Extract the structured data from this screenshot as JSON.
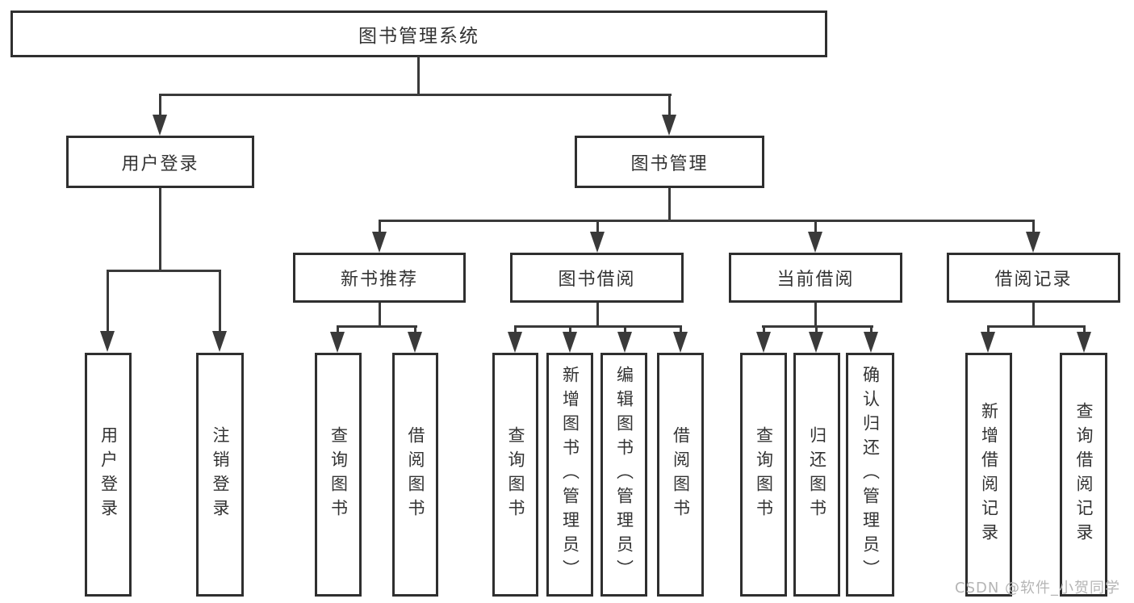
{
  "colors": {
    "line": "#3a3a3a",
    "box_border": "#2f2f2f",
    "text": "#333333",
    "watermark": "#b5b5b5",
    "background": "#ffffff"
  },
  "diagram": {
    "type": "hierarchy-tree",
    "root": {
      "label": "图书管理系统"
    },
    "branches": {
      "user_login": {
        "label": "用户登录",
        "children": [
          {
            "label": "用户登录"
          },
          {
            "label": "注销登录"
          }
        ]
      },
      "book_management": {
        "label": "图书管理",
        "children": [
          {
            "label": "新书推荐",
            "children": [
              {
                "label": "查询图书"
              },
              {
                "label": "借阅图书"
              }
            ]
          },
          {
            "label": "图书借阅",
            "children": [
              {
                "label": "查询图书"
              },
              {
                "label": "新增图书（管理员）"
              },
              {
                "label": "编辑图书（管理员）"
              },
              {
                "label": "借阅图书"
              }
            ]
          },
          {
            "label": "当前借阅",
            "children": [
              {
                "label": "查询图书"
              },
              {
                "label": "归还图书"
              },
              {
                "label": "确认归还（管理员）"
              }
            ]
          },
          {
            "label": "借阅记录",
            "children": [
              {
                "label": "新增借阅记录"
              },
              {
                "label": "查询借阅记录"
              }
            ]
          }
        ]
      }
    }
  },
  "watermark": {
    "text": "CSDN @软件_小贺同学"
  }
}
